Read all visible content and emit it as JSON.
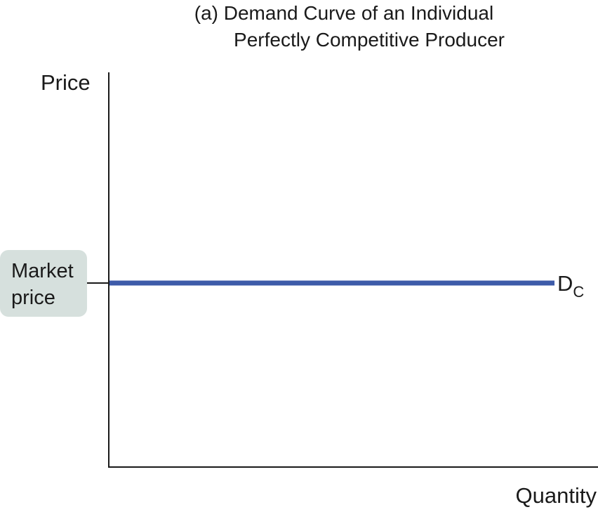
{
  "chart_data": {
    "type": "line",
    "title_lines": [
      "(a) Demand Curve of an Individual",
      "Perfectly Competitive Producer"
    ],
    "xlabel": "Quantity",
    "ylabel": "Price",
    "y_tick_label_lines": [
      "Market",
      "price"
    ],
    "series": [
      {
        "label_main": "D",
        "label_sub": "C",
        "color": "#3D5BA9",
        "style": "horizontal"
      }
    ],
    "grid": false,
    "legend": "none",
    "tick_box_color": "#D6E0DD",
    "axis_color": "#1a1a1a"
  }
}
